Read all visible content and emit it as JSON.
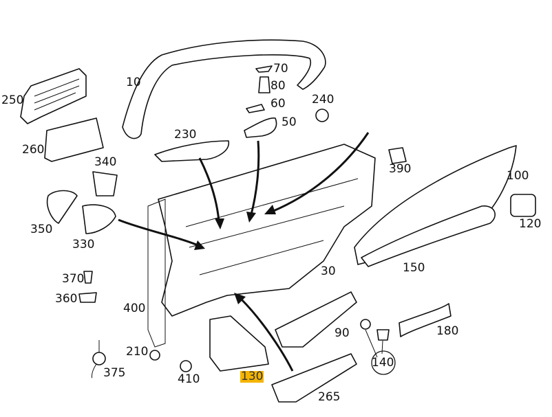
{
  "diagram": {
    "labels": {
      "p10": "10",
      "p250": "250",
      "p70": "70",
      "p80": "80",
      "p60": "60",
      "p50": "50",
      "p240": "240",
      "p230": "230",
      "p260": "260",
      "p340": "340",
      "p390": "390",
      "p100": "100",
      "p120": "120",
      "p350": "350",
      "p330": "330",
      "p150": "150",
      "p370": "370",
      "p360": "360",
      "p30": "30",
      "p400": "400",
      "p90": "90",
      "p180": "180",
      "p210": "210",
      "p375": "375",
      "p410": "410",
      "p130": "130",
      "p140": "140",
      "p265": "265"
    },
    "highlighted_part": "130",
    "highlight_color": "#f5b400"
  }
}
